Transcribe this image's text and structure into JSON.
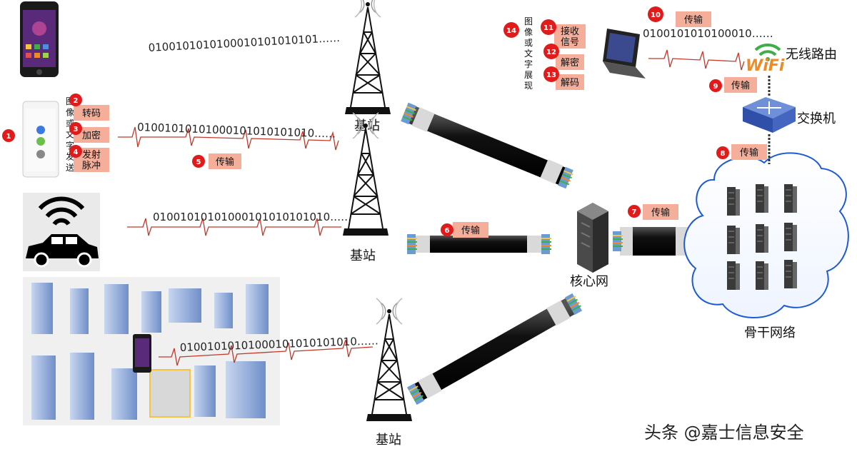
{
  "colors": {
    "badge": "#e01b1b",
    "label_bg": "#f4ae9a",
    "wave": "#c0392b",
    "cable": "#111111"
  },
  "icons": [
    "smartphone-icon",
    "car-wifi-icon",
    "buildings-icon",
    "base-station-icon",
    "server-icon",
    "laptop-icon",
    "wifi-router-icon",
    "switch-icon",
    "cloud-icon",
    "fiber-cable-icon"
  ],
  "bit_strings": {
    "top": "0100101010100010101010101……",
    "phone": "01001010101000101010101010……",
    "car": "01001010101000101010101010……",
    "city": "01001010101000101010101010……",
    "receive": "0100101010100010……"
  },
  "sender": {
    "vertical_label": "图像或文字发送",
    "steps": [
      {
        "num": "1",
        "label": ""
      },
      {
        "num": "2",
        "label": "转码"
      },
      {
        "num": "3",
        "label": "加密"
      },
      {
        "num": "4",
        "label": "发射脉冲"
      }
    ]
  },
  "transmissions": [
    {
      "num": "5",
      "label": "传输"
    },
    {
      "num": "6",
      "label": "传输"
    },
    {
      "num": "7",
      "label": "传输"
    },
    {
      "num": "8",
      "label": "传输"
    },
    {
      "num": "9",
      "label": "传输"
    },
    {
      "num": "10",
      "label": "传输"
    }
  ],
  "receiver": {
    "steps": [
      {
        "num": "11",
        "label": "接收信号"
      },
      {
        "num": "12",
        "label": "解密"
      },
      {
        "num": "13",
        "label": "解码"
      },
      {
        "num": "14",
        "label": "图像或文字展现"
      }
    ]
  },
  "nodes": {
    "base_station": "基站",
    "core_network": "核心网",
    "backbone": "骨干网络",
    "switch": "交换机",
    "router": "无线路由",
    "wifi_logo": "WiFi"
  },
  "watermark": "头条 @嘉士信息安全"
}
